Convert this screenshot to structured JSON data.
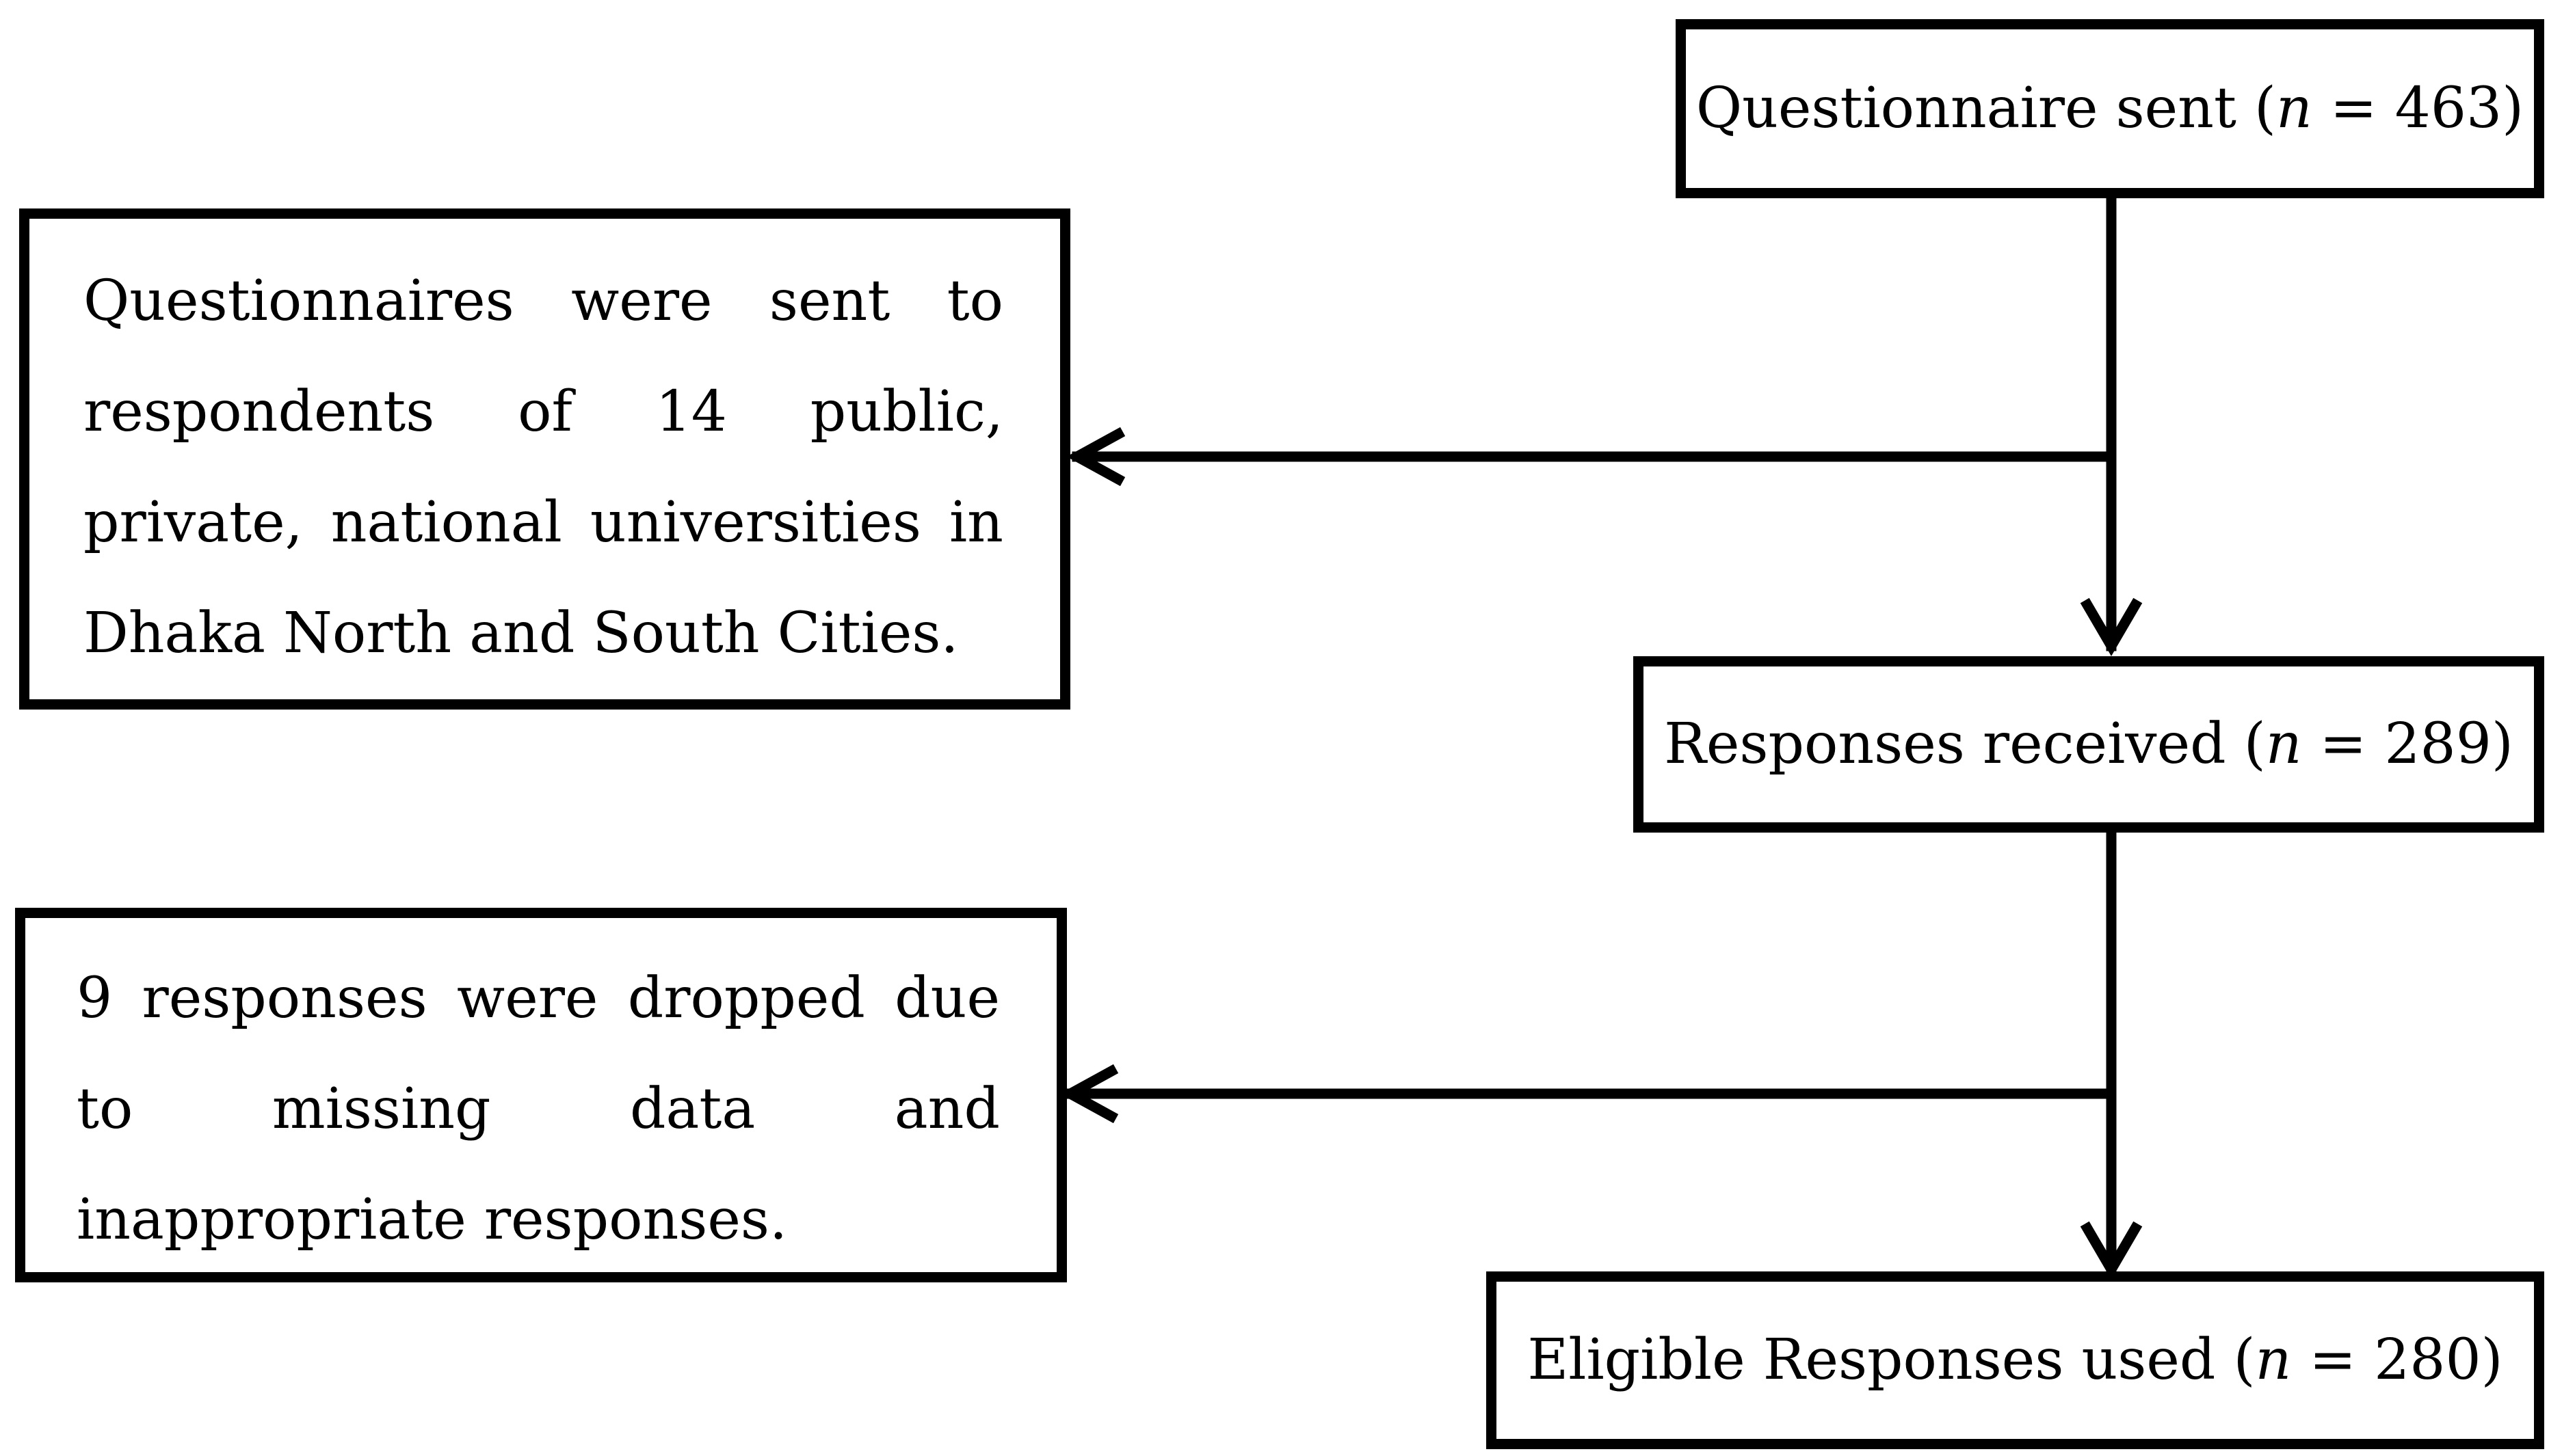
{
  "flow": {
    "sent": {
      "prefix": "Questionnaire sent (",
      "n_symbol": "n",
      "suffix": " = 463)"
    },
    "received": {
      "prefix": "Responses received (",
      "n_symbol": "n",
      "suffix": " = 289)"
    },
    "eligible": {
      "prefix": "Eligible Responses used (",
      "n_symbol": "n",
      "suffix": " = 280)"
    }
  },
  "side_notes": {
    "distribution": "Questionnaires were sent to respondents of 14 public, private, national universities in Dhaka North and South Cities.",
    "dropped": "9 responses were dropped due to missing data and inappropriate responses."
  },
  "colors": {
    "stroke": "#000000",
    "background": "#ffffff"
  }
}
